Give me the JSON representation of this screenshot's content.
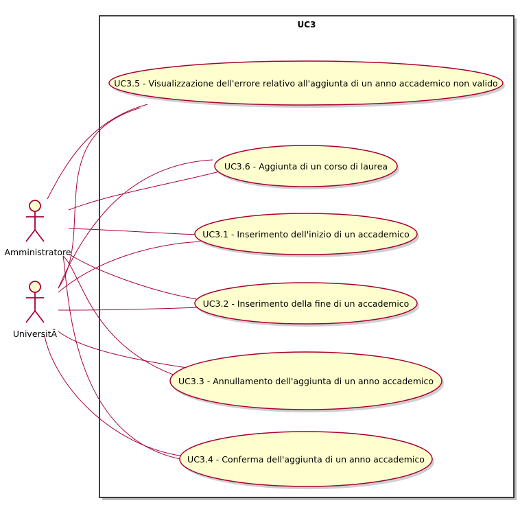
{
  "system": {
    "title": "UC3"
  },
  "actors": [
    {
      "id": "admin",
      "label": "Amministratore"
    },
    {
      "id": "univ",
      "label": "UniversitÃ"
    }
  ],
  "use_cases": [
    {
      "id": "uc35",
      "label": "UC3.5 - Visualizzazione dell'errore relativo all'aggiunta di un anno accademico non valido"
    },
    {
      "id": "uc36",
      "label": "UC3.6 - Aggiunta di un corso di laurea"
    },
    {
      "id": "uc31",
      "label": "UC3.1 - Inserimento dell'inizio di un accademico"
    },
    {
      "id": "uc32",
      "label": "UC3.2 - Inserimento della fine di un accademico"
    },
    {
      "id": "uc33",
      "label": "UC3.3 - Annullamento dell'aggiunta di un anno accademico"
    },
    {
      "id": "uc34",
      "label": "UC3.4 - Conferma dell'aggiunta di un anno accademico"
    }
  ],
  "colors": {
    "use_case_fill": "#FEFECE",
    "border_accent": "#A80036",
    "frame": "#000000"
  }
}
